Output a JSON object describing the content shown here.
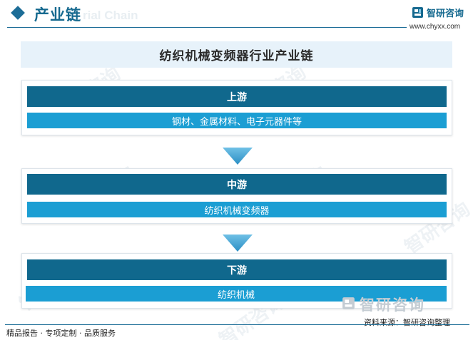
{
  "header": {
    "title": "产业链",
    "watermark": "rial Chain",
    "brand_name": "智研咨询",
    "brand_url": "www.chyxx.com"
  },
  "watermark_text": "智研咨询",
  "chain_title": "纺织机械变频器行业产业链",
  "stages": [
    {
      "title": "上游",
      "items": "钢材、金属材料、电子元器件等"
    },
    {
      "title": "中游",
      "items": "纺织机械变频器"
    },
    {
      "title": "下游",
      "items": "纺织机械"
    }
  ],
  "footer": {
    "brand": "智研咨询",
    "source": "资料来源：智研咨询整理",
    "left": "精品报告 · 专项定制 · 品质服务"
  },
  "colors": {
    "stage_title_bg": "#10688d",
    "stage_items_bg": "#1b9ed3",
    "title_band_bg": "#e7f2fa",
    "arrow": "#2b8fc4",
    "brand": "#15698f"
  }
}
